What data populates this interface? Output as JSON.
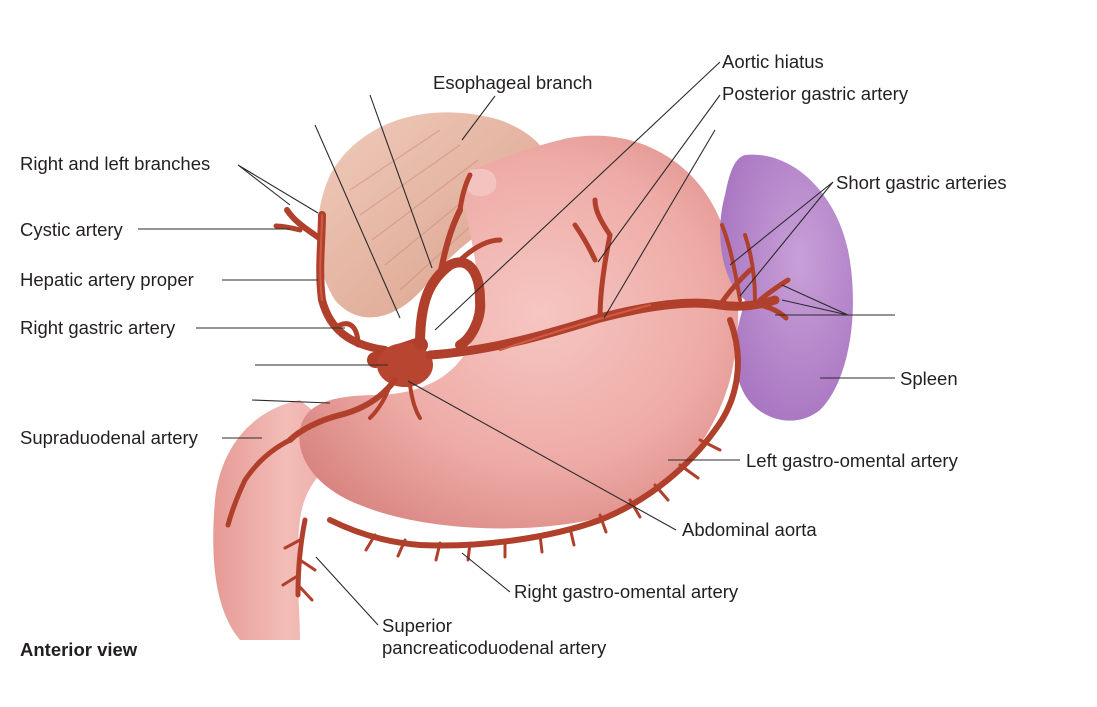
{
  "colors": {
    "stomach": "#f0b0ac",
    "stomach_shade": "#e08c88",
    "artery": "#b0402b",
    "spleen": "#b784c8",
    "esophagus_muscle": "#e8b8a6",
    "leader_line": "#2b2b2b"
  },
  "labels": {
    "esophageal_branch": "Esophageal branch",
    "aortic_hiatus": "Aortic hiatus",
    "posterior_gastric_artery": "Posterior gastric artery",
    "right_and_left_branches": "Right and left branches",
    "short_gastric_arteries": "Short gastric arteries",
    "cystic_artery": "Cystic artery",
    "hepatic_artery_proper": "Hepatic artery proper",
    "right_gastric_artery": "Right gastric artery",
    "spleen": "Spleen",
    "supraduodenal_artery": "Supraduodenal artery",
    "left_gastro_omental_artery": "Left gastro-omental artery",
    "abdominal_aorta": "Abdominal aorta",
    "right_gastro_omental_artery": "Right gastro-omental artery",
    "superior_pancreaticoduodenal_artery_line1": "Superior",
    "superior_pancreaticoduodenal_artery_line2": "pancreaticoduodenal artery",
    "view": "Anterior view"
  }
}
